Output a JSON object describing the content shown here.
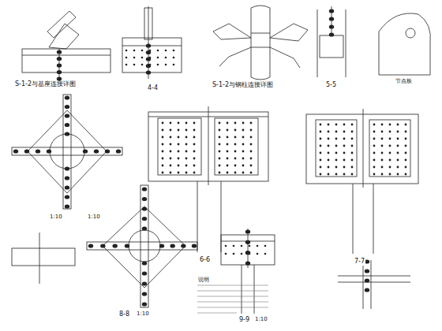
{
  "diagram": {
    "labels": [
      "S-1-2与基座连接详图",
      "4-4",
      "S-1-2与钢柱连接详图",
      "5-5",
      "节点板",
      "1:10",
      "1:10",
      "6-6",
      "7-7",
      "8-8",
      "1:10",
      "9-9",
      "1:10",
      "说明"
    ]
  }
}
